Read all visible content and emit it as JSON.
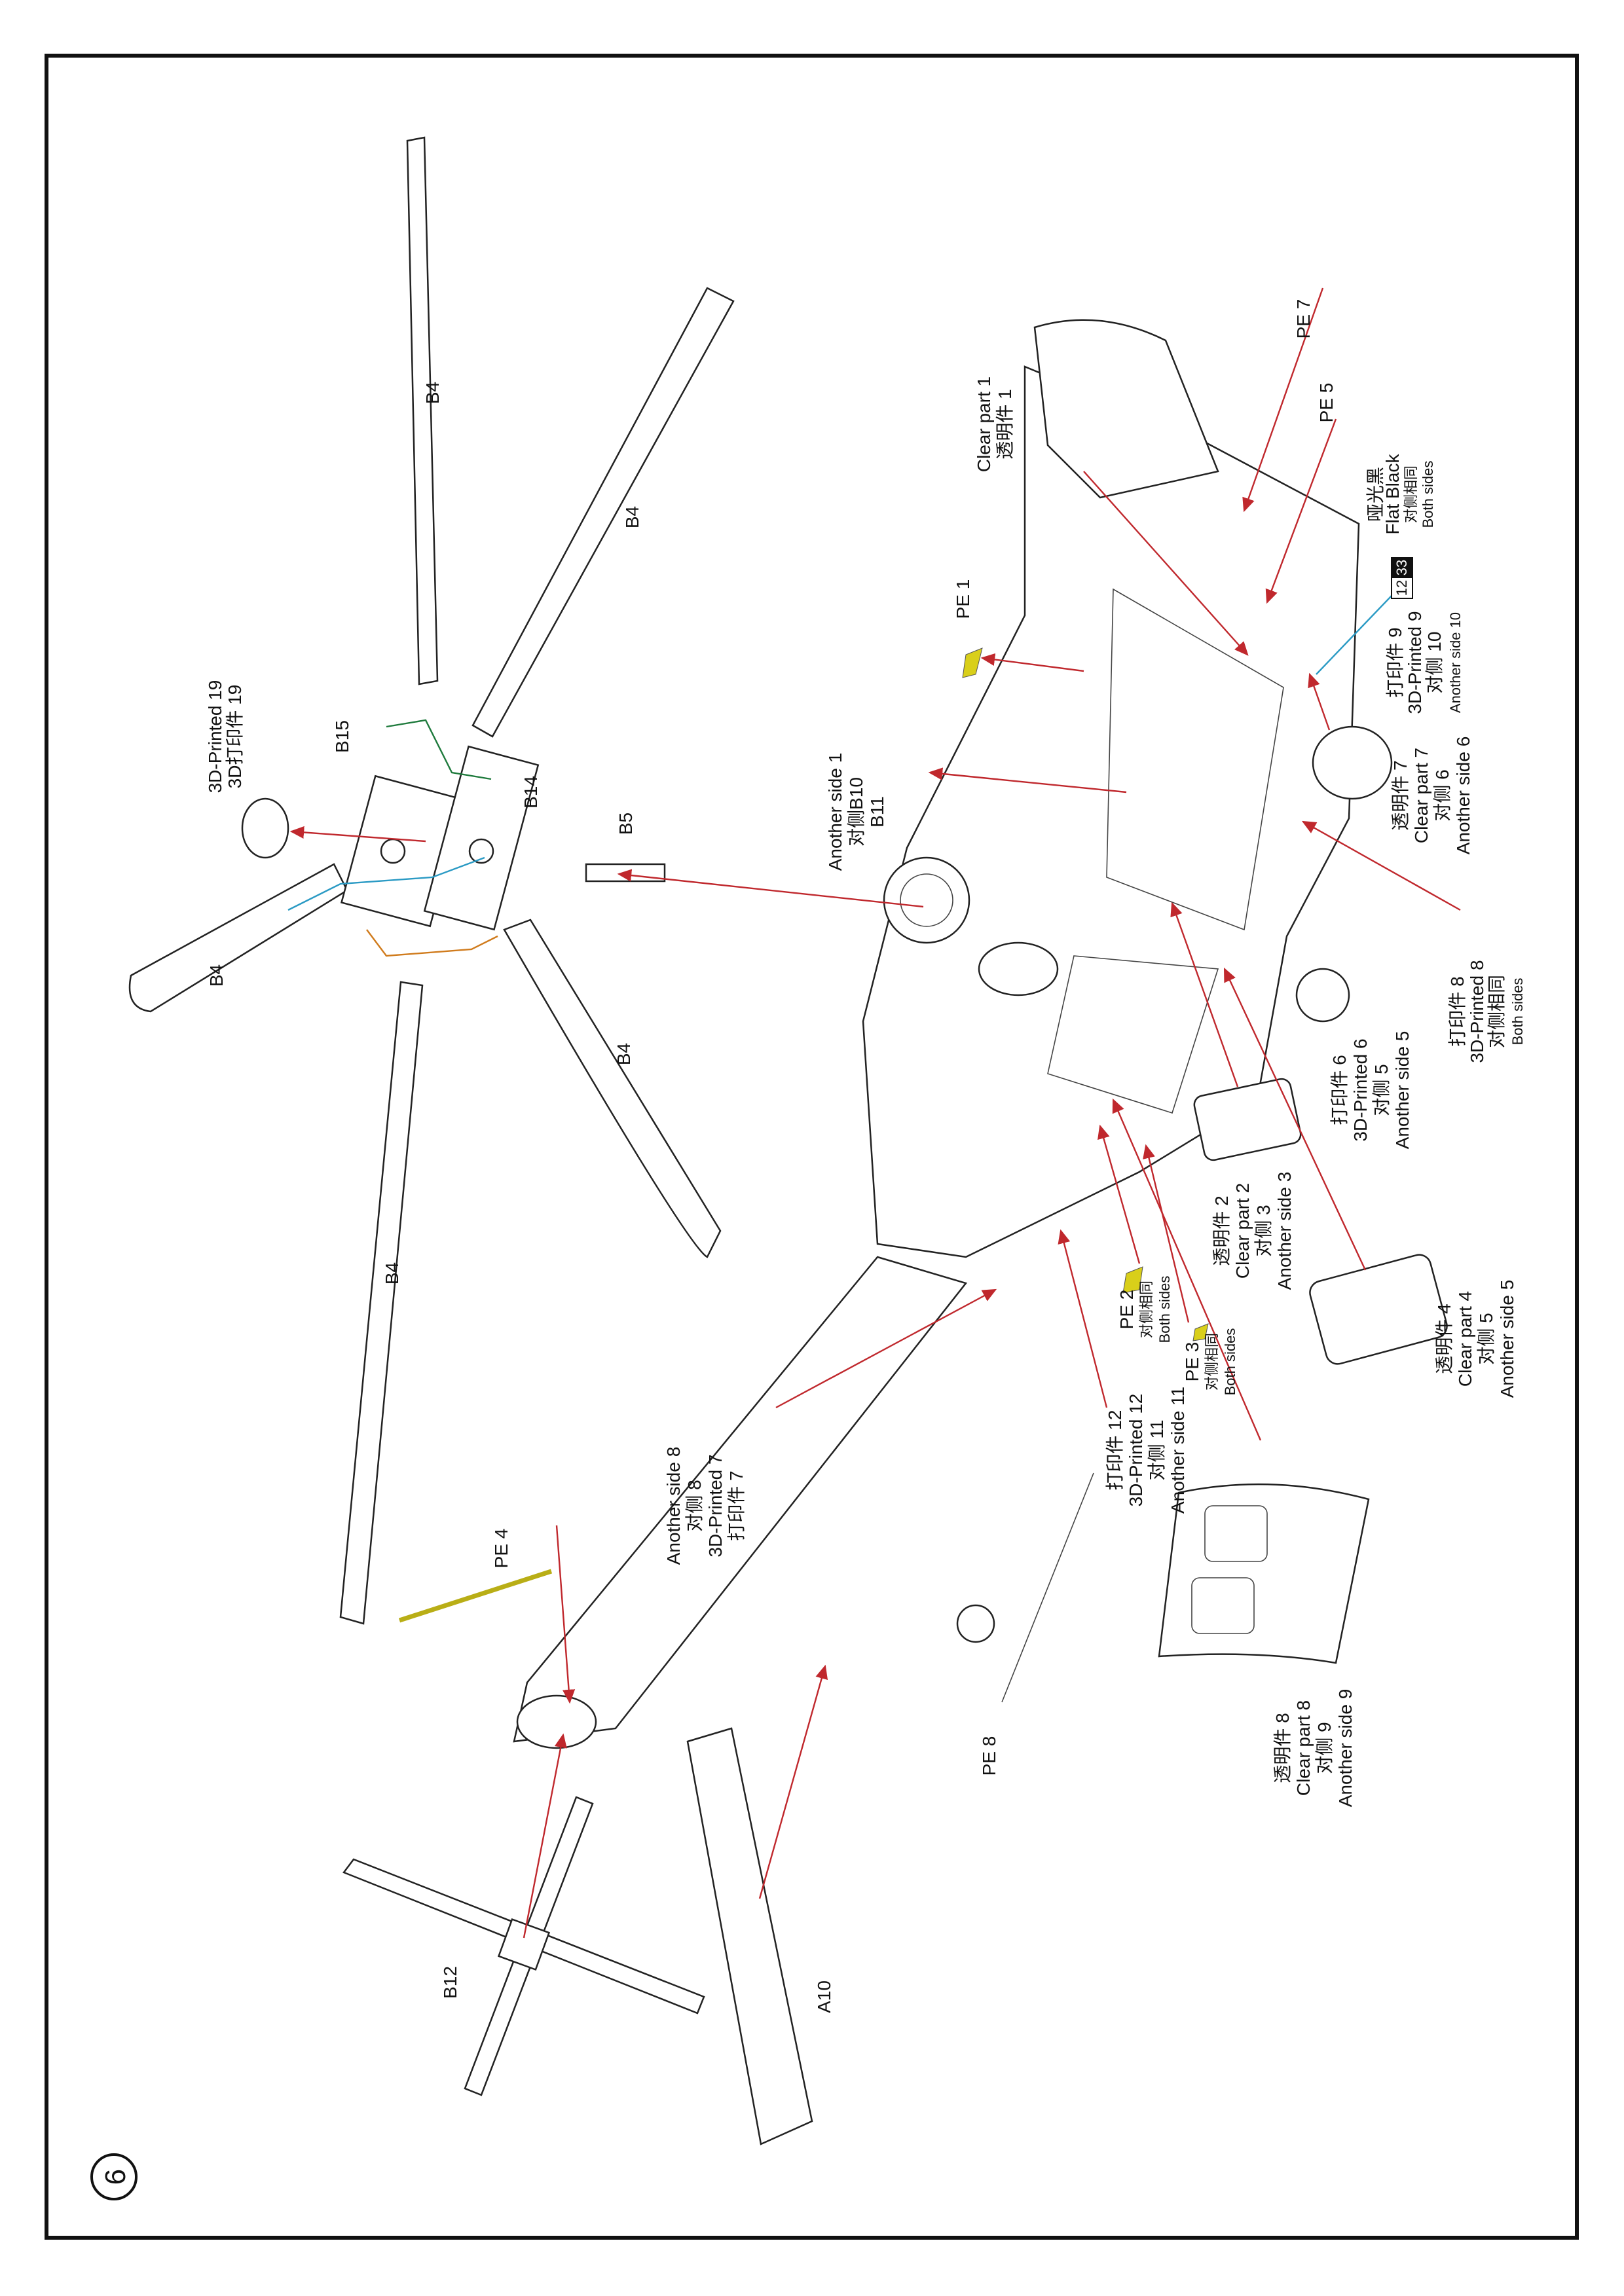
{
  "step_number": "9",
  "colors": {
    "arrow": "#c0282d",
    "blue_leader": "#2a9ac4",
    "green_leader": "#1e7a3c",
    "orange_leader": "#d07b1c",
    "pe_part": "#d9cf1a",
    "paint_chip": "#111111"
  },
  "labels": {
    "b4_top": [
      "B4"
    ],
    "b4_upper_right": [
      "B4"
    ],
    "b4_left": [
      "B4"
    ],
    "b4_lower_right": [
      "B4"
    ],
    "b4_bottom": [
      "B4"
    ],
    "printed19": [
      "3D-Printed 19",
      "3D打印件 19"
    ],
    "b15": [
      "B15"
    ],
    "b14": [
      "B14"
    ],
    "b5": [
      "B5"
    ],
    "another1": [
      "Another side 1",
      "对侧B10",
      "B11"
    ],
    "pe1": [
      "PE 1"
    ],
    "clear1": [
      "Clear  part 1",
      "透明件 1"
    ],
    "pe7": [
      "PE 7"
    ],
    "pe5": [
      "PE 5"
    ],
    "flatblack": [
      "哑光黑",
      "Flat Black",
      "对侧相同",
      "Both sides"
    ],
    "paint_code_a": "12",
    "paint_code_b": "33",
    "printed9": [
      "打印件  9",
      "3D-Printed 9",
      "对侧 10",
      "Another side 10"
    ],
    "clear7": [
      "透明件  7",
      "Clear part 7",
      "对侧  6",
      "Another side 6"
    ],
    "printed8": [
      "打印件  8",
      "3D-Printed 8",
      "对侧相同",
      "Both sides"
    ],
    "printed6": [
      "打印件  6",
      "3D-Printed 6",
      "对侧  5",
      "Another side 5"
    ],
    "clear2": [
      "透明件  2",
      "Clear  part 2",
      "对侧  3",
      "Another side 3"
    ],
    "clear4": [
      "透明件  4",
      "Clear  part 4",
      "对侧  5",
      "Another side 5"
    ],
    "pe2": [
      "PE 2",
      "对侧相同",
      "Both sides"
    ],
    "pe3": [
      "PE 3",
      "对侧相同",
      "Both sides"
    ],
    "printed12": [
      "打印件  12",
      "3D-Printed 12",
      "对侧  11",
      "Another side 11"
    ],
    "printed7": [
      "Another side 8",
      "对侧  8",
      "3D-Printed 7",
      "打印件  7"
    ],
    "pe4": [
      "PE 4"
    ],
    "pe8": [
      "PE 8"
    ],
    "clear8": [
      "透明件  8",
      "Clear  part 8",
      "对侧  9",
      "Another side 9"
    ],
    "b12": [
      "B12"
    ],
    "a10": [
      "A10"
    ]
  }
}
